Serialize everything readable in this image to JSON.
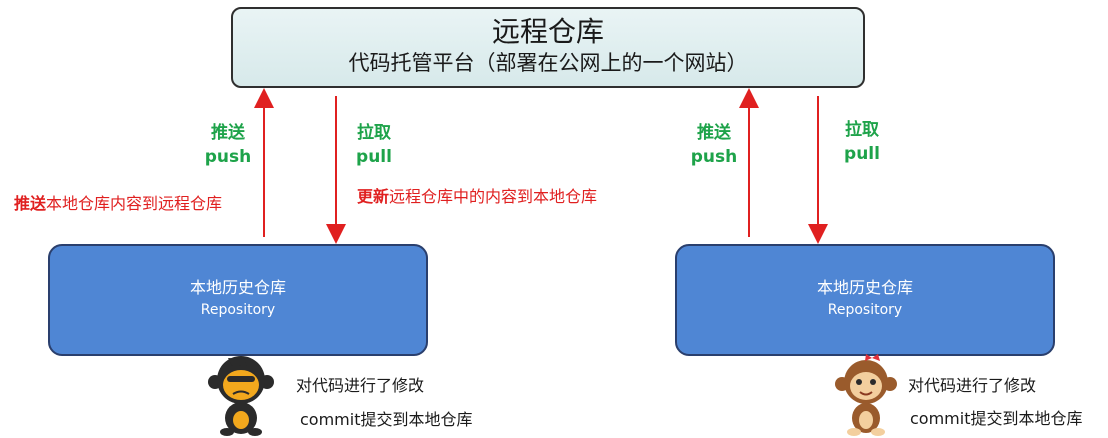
{
  "remote": {
    "title": "远程仓库",
    "subtitle": "代码托管平台（部署在公网上的一个网站）"
  },
  "left": {
    "push_cn": "推送",
    "push_en": "push",
    "pull_cn": "拉取",
    "pull_en": "pull",
    "push_desc_bold": "推送",
    "push_desc": "本地仓库内容到远程仓库",
    "pull_desc_bold": "更新",
    "pull_desc": "远程仓库中的内容到本地仓库",
    "repo_title": "本地历史仓库",
    "repo_sub": "Repository",
    "note1": "对代码进行了修改",
    "note2": "commit提交到本地仓库"
  },
  "right": {
    "push_cn": "推送",
    "push_en": "push",
    "pull_cn": "拉取",
    "pull_en": "pull",
    "repo_title": "本地历史仓库",
    "repo_sub": "Repository",
    "note1": "对代码进行了修改",
    "note2": "commit提交到本地仓库"
  },
  "colors": {
    "arrow": "#e02020",
    "green": "#1ea34a",
    "repo": "#4f86d4",
    "remote": "#e0eef0"
  },
  "icons": [
    "monkey-dark-icon",
    "monkey-girl-icon"
  ]
}
